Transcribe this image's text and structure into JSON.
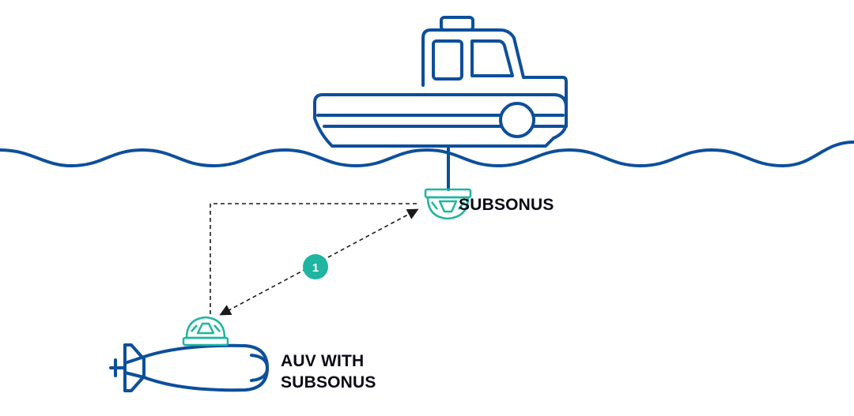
{
  "labels": {
    "top_device": "SUBSONUS",
    "vehicle_line1": "AUV WITH",
    "vehicle_line2": "SUBSONUS"
  },
  "badge": {
    "number": "1"
  },
  "colors": {
    "navy": "#0d4f9b",
    "teal": "#1fb5a0",
    "teal_light": "#7fd4c6",
    "arrow": "#1a1a1a",
    "text": "#0a0a14"
  },
  "icons": [
    "boat-icon",
    "waves",
    "subsonus-device-icon",
    "auv-submarine-icon",
    "dashed-arrow",
    "step-badge"
  ]
}
